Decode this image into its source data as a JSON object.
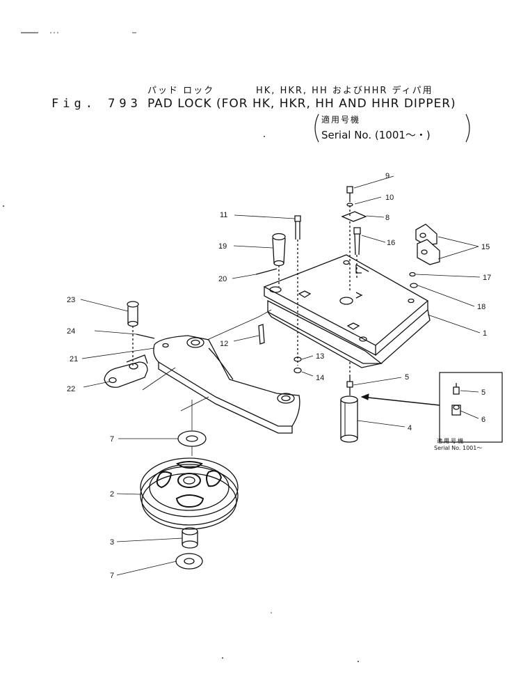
{
  "header": {
    "jp_line_left": "パッド ロック",
    "jp_line_right": "HK, HKR, HH およびHHR ディパ用",
    "fig_number": "Fig. 793",
    "title": "PAD LOCK (FOR HK, HKR, HH AND HHR DIPPER)",
    "applicable_jp": "適用号機",
    "serial": "Serial No. (1001～・)"
  },
  "inset": {
    "caption_jp": "適用号機",
    "caption_serial": "Serial No. 1001～"
  },
  "callouts": [
    "9",
    "10",
    "8",
    "11",
    "16",
    "15",
    "19",
    "20",
    "17",
    "18",
    "1",
    "23",
    "24",
    "12",
    "13",
    "21",
    "14",
    "22",
    "5",
    "4",
    "7",
    "2",
    "3",
    "7",
    "5",
    "6"
  ]
}
